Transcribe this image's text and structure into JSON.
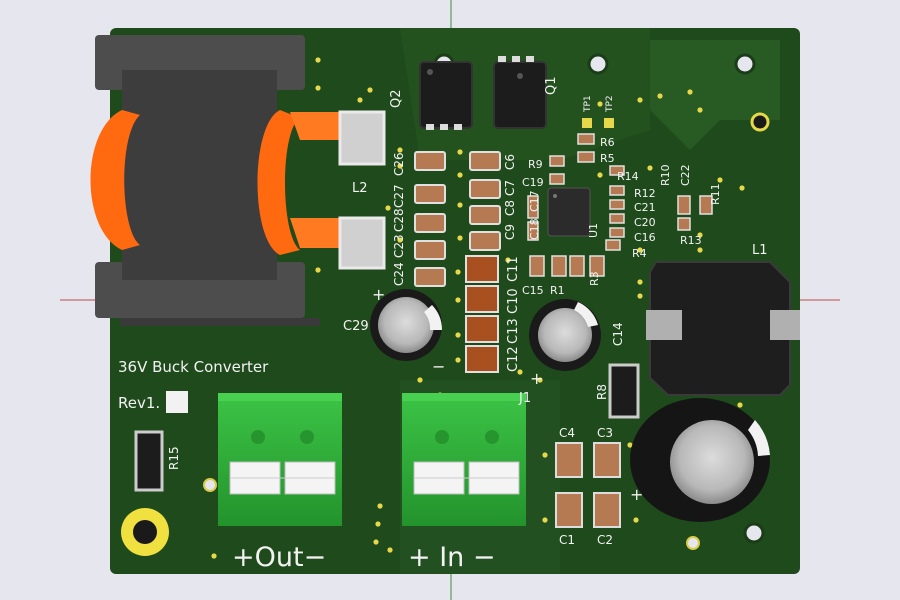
{
  "board": {
    "title": "36V Buck Converter",
    "revision": "Rev1.",
    "terminal_out": "+Out−",
    "terminal_in": "+ In −",
    "polarity_plus": "+",
    "polarity_minus": "−"
  },
  "refs": {
    "Q1": "Q1",
    "Q2": "Q2",
    "L1": "L1",
    "L2": "L2",
    "U1": "U1",
    "J1": "J1",
    "TP1": "TP1",
    "TP2": "TP2",
    "R1": "R1",
    "R3": "R3",
    "R4": "R4",
    "R5": "R5",
    "R6": "R6",
    "R8": "R8",
    "R9": "R9",
    "R10": "R10",
    "R11": "R11",
    "R12": "R12",
    "R13": "R13",
    "R14": "R14",
    "R15": "R15",
    "C1": "C1",
    "C2": "C2",
    "C3": "C3",
    "C4": "C4",
    "C6": "C6",
    "C7": "C7",
    "C8": "C8",
    "C9": "C9",
    "C10": "C10",
    "C11": "C11",
    "C12": "C12",
    "C13": "C13",
    "C14": "C14",
    "C15": "C15",
    "C16": "C16",
    "C17": "C17",
    "C18": "C18",
    "C19": "C19",
    "C20": "C20",
    "C21": "C21",
    "C22": "C22",
    "C23": "C23",
    "C24": "C24",
    "C26": "C26",
    "C27": "C27",
    "C28": "C28",
    "C29": "C29"
  },
  "colors": {
    "background": "#e6e6ef",
    "board": "#1f4a1c",
    "copper_pour": "#2a5d25",
    "terminal": "#2fb33a",
    "coil": "#ff6a10",
    "inductor_body": "#4a4a4a",
    "ceramic_cap": "#b57a52",
    "tantalum_cap": "#a8501f",
    "pad": "#d7d7d7",
    "silkscreen": "#f2f2f2",
    "via": "#e6d84a"
  }
}
